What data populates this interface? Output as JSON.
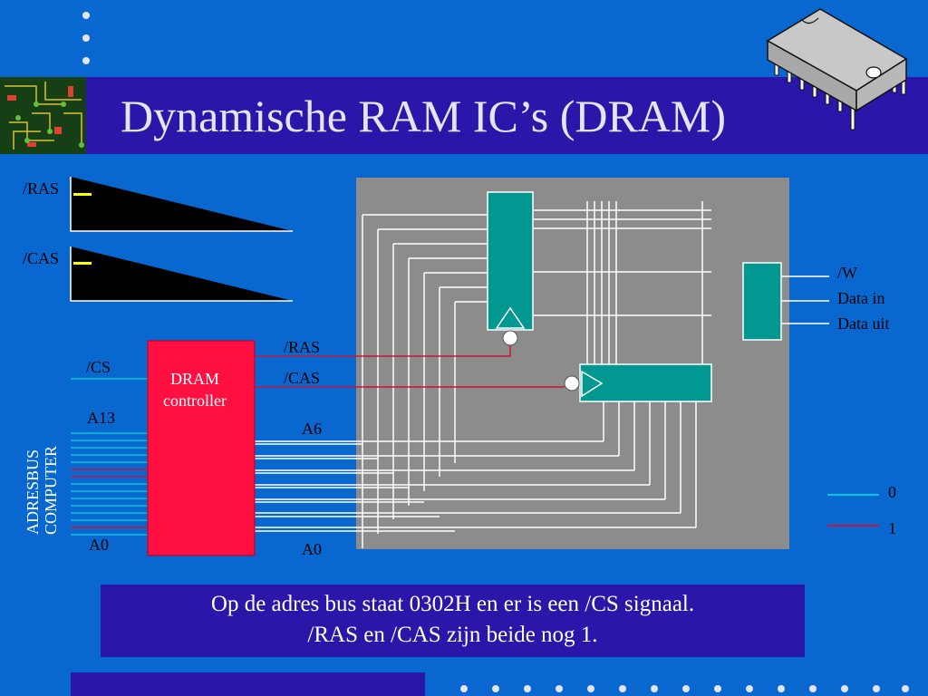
{
  "slide": {
    "title": "Dynamische RAM IC’s (DRAM)",
    "caption_line1": "Op de adres bus staat 0302H en er is een /CS signaal.",
    "caption_line2": "/RAS en /CAS zijn beide nog 1."
  },
  "timing": {
    "ras_label": "/RAS",
    "cas_label": "/CAS"
  },
  "controller": {
    "label_line1": "DRAM",
    "label_line2": "controller",
    "cs_label": "/CS",
    "a13_label": "A13",
    "a0_label": "A0",
    "bus_label_line1": "ADRESBUS",
    "bus_label_line2": "COMPUTER",
    "out_ras_label": "/RAS",
    "out_cas_label": "/CAS",
    "out_a6_label": "A6",
    "out_a0_label": "A0"
  },
  "memory": {
    "w_label": "/W",
    "data_in_label": "Data in",
    "data_out_label": "Data uit"
  },
  "legend": {
    "zero_label": "0",
    "one_label": "1",
    "zero_color": "#00c8d8",
    "one_color": "#c8143c"
  },
  "colors": {
    "background": "#0868d0",
    "title_bar": "#2a16a8",
    "controller": "#ff1040",
    "chip_area": "#8c8c8c",
    "latch": "#009890",
    "timing_marker": "#ffff00"
  }
}
